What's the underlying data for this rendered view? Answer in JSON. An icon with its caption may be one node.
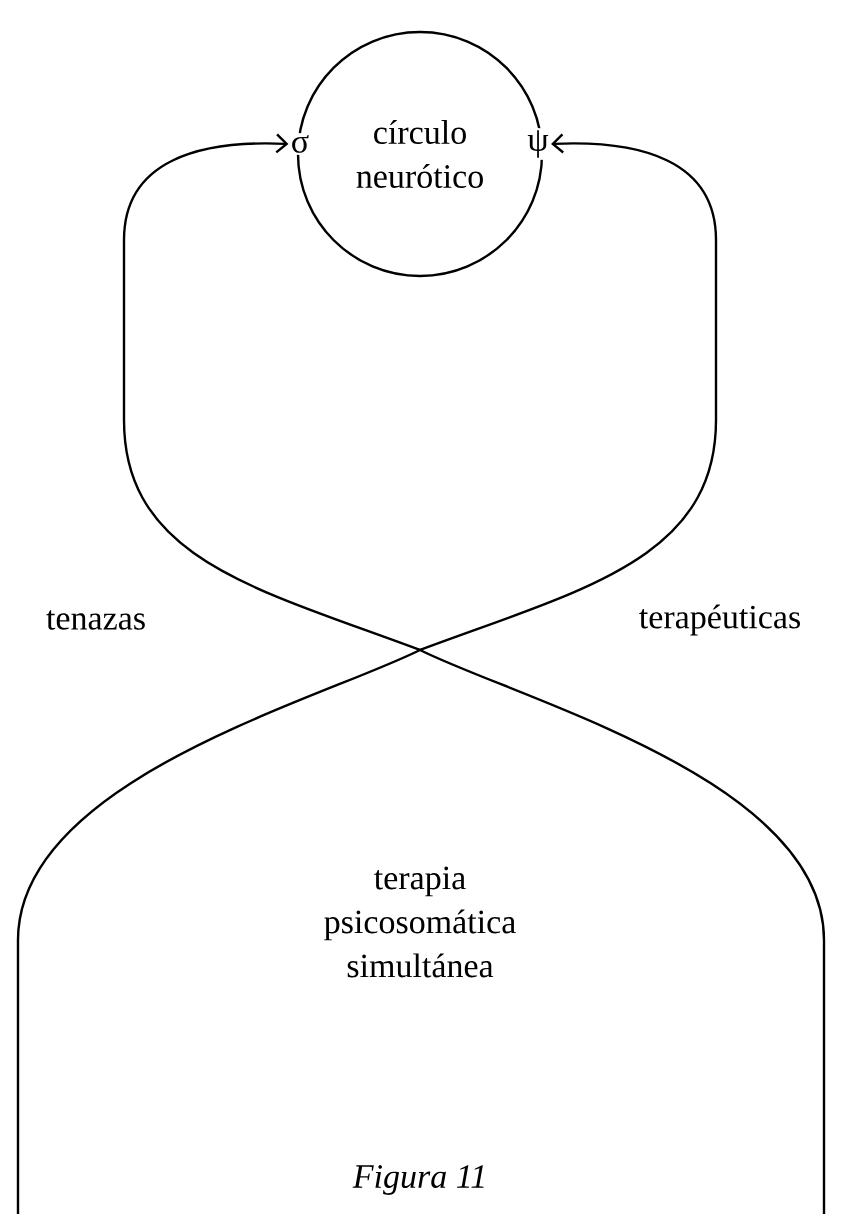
{
  "diagram": {
    "caption": "Figura 11",
    "nodes": [
      {
        "text": [
          "círculo neurótico"
        ]
      },
      {
        "text": [
          "σ"
        ]
      },
      {
        "text": [
          "ψ"
        ]
      },
      {
        "text": [
          "terapia psicosomática simultánea"
        ]
      }
    ],
    "edges": [
      {
        "from": null,
        "to": 1,
        "arrow": "to"
      },
      {
        "from": null,
        "to": 2,
        "arrow": "to"
      }
    ],
    "labels": [
      "tenazas",
      "terapéuticas"
    ]
  }
}
